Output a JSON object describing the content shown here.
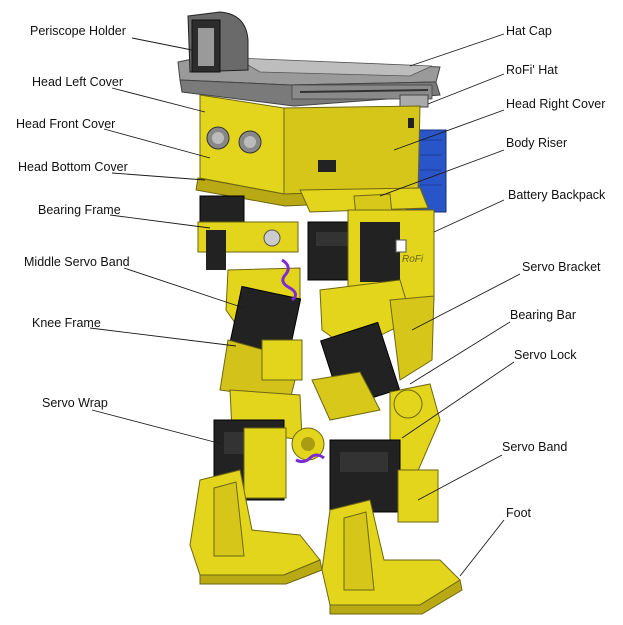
{
  "diagram": {
    "labels": [
      {
        "id": "periscope-holder",
        "text": "Periscope Holder"
      },
      {
        "id": "head-left-cover",
        "text": "Head Left Cover"
      },
      {
        "id": "head-front-cover",
        "text": "Head Front Cover"
      },
      {
        "id": "head-bottom-cover",
        "text": "Head Bottom Cover"
      },
      {
        "id": "bearing-frame",
        "text": "Bearing Frame"
      },
      {
        "id": "middle-servo-band",
        "text": "Middle Servo Band"
      },
      {
        "id": "knee-frame",
        "text": "Knee Frame"
      },
      {
        "id": "servo-wrap",
        "text": "Servo Wrap"
      },
      {
        "id": "hat-cap",
        "text": "Hat Cap"
      },
      {
        "id": "rofi-hat",
        "text": "RoFi' Hat"
      },
      {
        "id": "head-right-cover",
        "text": "Head Right Cover"
      },
      {
        "id": "body-riser",
        "text": "Body Riser"
      },
      {
        "id": "battery-backpack",
        "text": "Battery Backpack"
      },
      {
        "id": "servo-bracket",
        "text": "Servo Bracket"
      },
      {
        "id": "bearing-bar",
        "text": "Bearing Bar"
      },
      {
        "id": "servo-lock",
        "text": "Servo Lock"
      },
      {
        "id": "servo-band",
        "text": "Servo Band"
      },
      {
        "id": "foot",
        "text": "Foot"
      }
    ],
    "body_text": "RoFi",
    "colors": {
      "frame_yellow": "#e3d41c",
      "frame_shadow": "#b9a914",
      "servo_black": "#222222",
      "hat_gray": "#8e8e8e",
      "battery_blue": "#2a55c9",
      "accent_purple": "#7a2bd6"
    }
  }
}
